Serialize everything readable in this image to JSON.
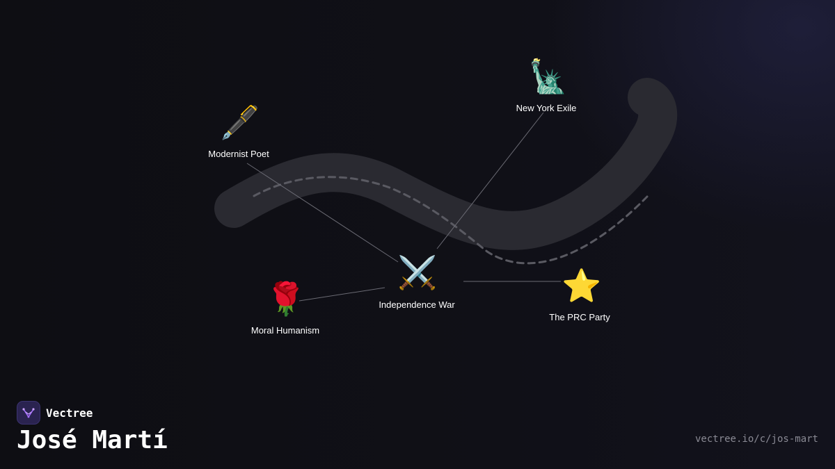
{
  "brand": {
    "name": "Vectree",
    "logo_icon": "vectree-logo-icon"
  },
  "title": "José Martí",
  "url": "vectree.io/c/jos-mart",
  "colors": {
    "background": "#0f0f14",
    "river": "#2a2a31",
    "path_dashed": "#5a5a62",
    "connector": "#6b6b74",
    "label": "#ffffff",
    "url": "#8a8a94",
    "logo_accent": "#a46bff"
  },
  "nodes": [
    {
      "id": "modernist-poet",
      "label": "Modernist Poet",
      "emoji": "🖋️",
      "icon": "fountain-pen-icon"
    },
    {
      "id": "new-york-exile",
      "label": "New York Exile",
      "emoji": "🗽",
      "icon": "statue-of-liberty-icon"
    },
    {
      "id": "independence-war",
      "label": "Independence War",
      "emoji": "⚔️",
      "icon": "crossed-swords-icon"
    },
    {
      "id": "moral-humanism",
      "label": "Moral Humanism",
      "emoji": "🌹",
      "icon": "rose-icon"
    },
    {
      "id": "prc-party",
      "label": "The PRC Party",
      "emoji": "⭐",
      "icon": "star-icon"
    }
  ],
  "edges": [
    {
      "from": "independence-war",
      "to": "modernist-poet"
    },
    {
      "from": "independence-war",
      "to": "new-york-exile"
    },
    {
      "from": "independence-war",
      "to": "moral-humanism"
    },
    {
      "from": "independence-war",
      "to": "prc-party"
    }
  ]
}
